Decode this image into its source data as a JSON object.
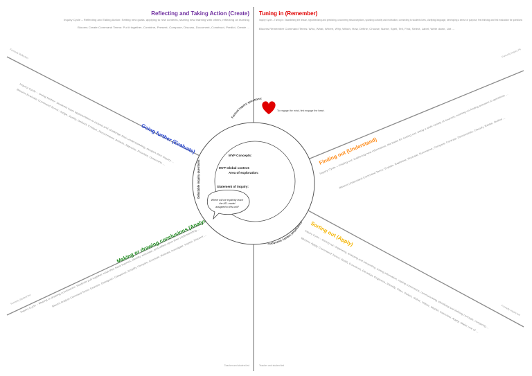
{
  "sections": {
    "create": {
      "title": "Reflecting and Taking Action (Create)",
      "color": "#7030a0",
      "desc": "Inquiry Cycle – Reflecting and Taking Action: Setting new goals, applying to new contexts, sharing new learning with others, reflecting on learning",
      "blooms": "Blooms Create Command Terms: Put it together, Combine, Present, Compose, Discuss, Document, Construct, Predict, Create ..."
    },
    "remember": {
      "title": "Tuning in (Remember)",
      "color": "#e00000",
      "desc": "Inquiry Cycle – Tuning in: Establishing the lesson, hypothesising and predicting, uncovering misconceptions, sparking curiosity and motivation, connecting to students lives, clarifying language, developing a sense of purpose, first thinking and first evaluation for questions",
      "blooms": "Blooms Remember Command Terms: Who, What, Where, Why, Which, How, Define, Choose, Name, Spell, Tell, Find, Select, Label, Write down, List ..."
    },
    "understand": {
      "title": "Finding out (Understand)",
      "color": "#ff8c1a",
      "desc": "Inquiry Cycle – Finding out: Gathering new information, the basis for sorting out, using a wide variety of sources, working on finding answers to questions ...",
      "blooms": "Blooms Understand Command Terms: Explain, Rephrase, Illustrate, Summarise, Compare, Contrast, Demonstrate, Classify, Relate, Outline ..."
    },
    "apply": {
      "title": "Sorting out (Apply)",
      "color": "#f5b400",
      "desc": "Inquiry Cycle – Sorting out: Organising, analysing and interpreting, sorting information, making connections, communicating, identifying and defining concepts, comparing ...",
      "blooms": "Blooms Apply Command Terms: Build, Construct, Develop, Organise, Identify, Plan, Select, Solve, Utilize, Model, Interview, Apply, Make use of ..."
    },
    "analyse": {
      "title": "Making or drawing conclusions (Analyse)",
      "color": "#1f8a1f",
      "desc": "Inquiry Cycle – Making or drawing conclusions: Students pull together what they have learned, identify, articulate, and reflect upon their understanding ...",
      "blooms": "Blooms Analyse Command Terms: Examine, Distinguish, Categorise, Simplify, Compare, Conclude, Motivate, Investigate, Inspect, Discover ..."
    },
    "evaluate": {
      "title": "Going further (Evaluate)",
      "color": "#1f3fd1",
      "desc": "Inquiry Cycle – Going further: Students have opportunities to extend and challenge their understanding, deepen their inquiry ...",
      "blooms": "Blooms Evaluate Command Terms: Judge, Justify, Defend, Critique, Recommend, Assess, Appraise, Prioritise, Determine ..."
    }
  },
  "spoke_labels": {
    "evaluate": "Formerly Reflection",
    "understand": "Formerly Inquiry Pit",
    "analyse": "Formerly Student led",
    "apply": "Formerly Inquiry led"
  },
  "bottom_labels": {
    "left": "Teacher and student led",
    "right": "Teacher and student led"
  },
  "heart_caption": "To engage the mind, first engage the heart.",
  "center": {
    "concepts": "MYP Concepts:",
    "global_context": "MYP Global context:",
    "exploration": "Area of exploration:",
    "statement": "Statement of inquiry:",
    "bubble_line1": "Where will we explicitly teach",
    "bubble_line2": "the ATL model",
    "bubble_line3": "assigned to this unit?"
  },
  "ring_labels": {
    "factual": "Factual inquiry questions:",
    "debatable": "Debatable inquiry questions:",
    "conceptual": "Conceptual inquiry questions:"
  },
  "colors": {
    "spoke": "#8c8c8c",
    "circle_stroke": "#555555",
    "heart": "#e00000"
  }
}
